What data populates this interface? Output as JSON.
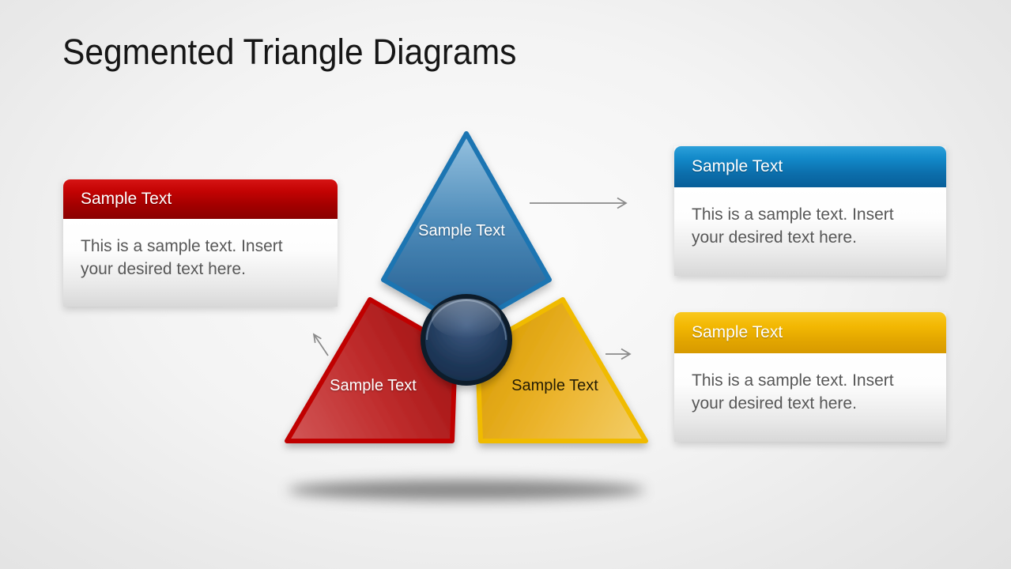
{
  "slide": {
    "title": "Segmented Triangle Diagrams"
  },
  "diagram": {
    "segments": [
      {
        "position": "top",
        "label": "Sample Text",
        "color": "#1B74B2"
      },
      {
        "position": "bottom-left",
        "label": "Sample Text",
        "color": "#C00505"
      },
      {
        "position": "bottom-right",
        "label": "Sample Text",
        "color": "#F0BB00"
      }
    ],
    "hub_color": "#16304E",
    "arrow_color": "#8A8A8A"
  },
  "callouts": [
    {
      "position": "left",
      "accent": "#C30303",
      "title": "Sample Text",
      "body": "This is a sample text. Insert your desired text here."
    },
    {
      "position": "top-right",
      "accent": "#1289C9",
      "title": "Sample Text",
      "body": "This is a sample text. Insert your desired text here."
    },
    {
      "position": "bottom-right",
      "accent": "#F2B702",
      "title": "Sample Text",
      "body": "This is a sample text. Insert your desired text here."
    }
  ]
}
